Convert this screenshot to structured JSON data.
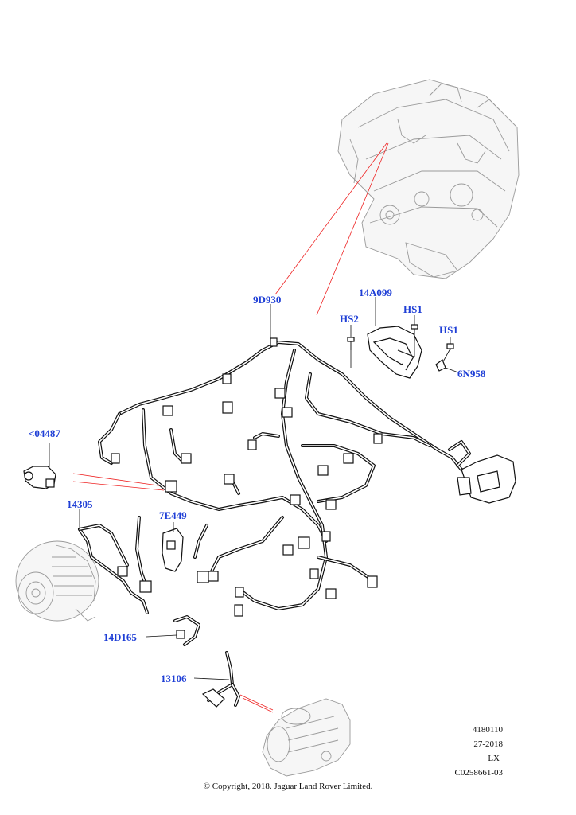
{
  "callouts": {
    "harness": "9D930",
    "shield": "14A099",
    "screw_left": "HS2",
    "screw_mid": "HS1",
    "screw_right": "HS1",
    "stud": "6N958",
    "sensor": "<04487",
    "alt_harness": "14305",
    "bracket": "7E449",
    "clip": "14D165",
    "starter_harness": "13106"
  },
  "meta": {
    "line1": "4180110",
    "line2": "27-2018",
    "line3": "LX",
    "line4": "C0258661-03"
  },
  "copyright": "© Copyright, 2018. Jaguar Land Rover Limited.",
  "colors": {
    "callout": "#1f3fd6",
    "leader": "#e22222",
    "line": "#111111",
    "ghost": "#9a9a9a"
  }
}
